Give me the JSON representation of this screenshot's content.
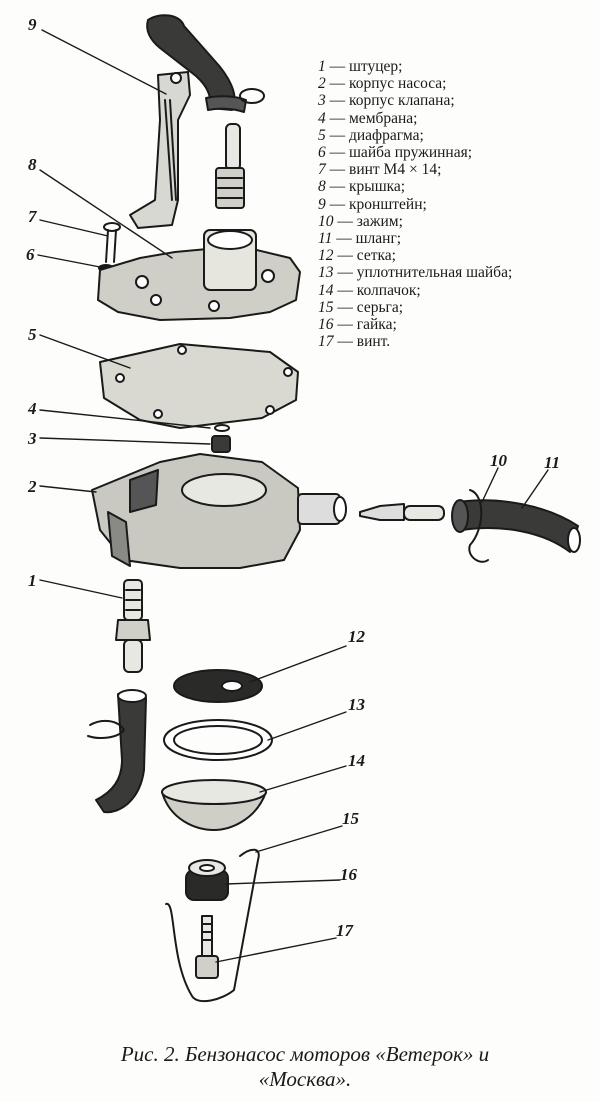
{
  "legend": [
    {
      "num": "1",
      "text": "штуцер;"
    },
    {
      "num": "2",
      "text": "корпус насоса;"
    },
    {
      "num": "3",
      "text": "корпус клапана;"
    },
    {
      "num": "4",
      "text": "мембрана;"
    },
    {
      "num": "5",
      "text": "диафрагма;"
    },
    {
      "num": "6",
      "text": "шайба пружинная;"
    },
    {
      "num": "7",
      "text": "винт М4 × 14;"
    },
    {
      "num": "8",
      "text": "крышка;"
    },
    {
      "num": "9",
      "text": "кронштейн;"
    },
    {
      "num": "10",
      "text": "зажим;"
    },
    {
      "num": "11",
      "text": "шланг;"
    },
    {
      "num": "12",
      "text": "сетка;"
    },
    {
      "num": "13",
      "text": "уплотнительная шайба;"
    },
    {
      "num": "14",
      "text": "колпачок;"
    },
    {
      "num": "15",
      "text": "серьга;"
    },
    {
      "num": "16",
      "text": "гайка;"
    },
    {
      "num": "17",
      "text": "винт."
    }
  ],
  "callouts": [
    "1",
    "2",
    "3",
    "4",
    "5",
    "6",
    "7",
    "8",
    "9",
    "10",
    "11",
    "12",
    "13",
    "14",
    "15",
    "16",
    "17"
  ],
  "caption": "Рис. 2. Бензонасос моторов «Ветерок» и «Москва».",
  "colors": {
    "ink": "#1a1a1a",
    "paper": "#fdfdfb"
  }
}
